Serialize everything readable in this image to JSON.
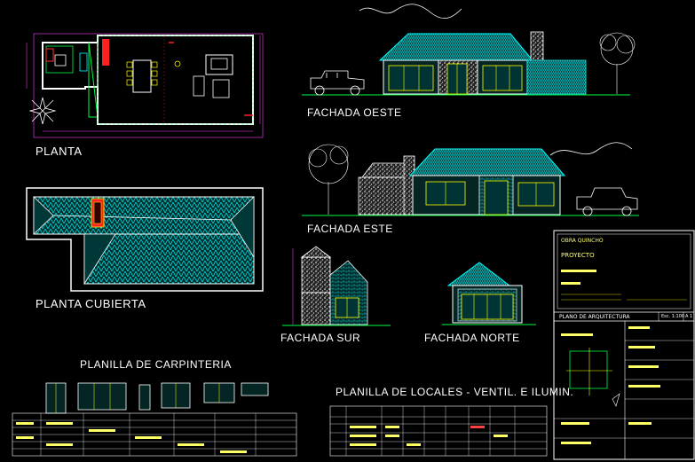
{
  "labels": {
    "planta": "PLANTA",
    "planta_cubierta": "PLANTA CUBIERTA",
    "fachada_oeste": "FACHADA OESTE",
    "fachada_este": "FACHADA ESTE",
    "fachada_sur": "FACHADA SUR",
    "fachada_norte": "FACHADA NORTE",
    "planilla_carpinteria": "PLANILLA DE CARPINTERIA",
    "planilla_locales": "PLANILLA DE LOCALES - VENTIL. E ILUMIN."
  },
  "title_block": {
    "obra": "OBRA QUINCHO",
    "proyecto": "PROYECTO",
    "plano": "PLANO DE ARQUITECTURA",
    "sheet": "Esc. 1:100",
    "sheet_no": "A 1"
  },
  "colors": {
    "background": "#000000",
    "walls": "#ffffff",
    "roof": "#00ffff",
    "accent_red": "#ff2020",
    "accent_green": "#00ff44",
    "accent_yellow": "#ffff00",
    "dimension": "#ff40ff"
  }
}
